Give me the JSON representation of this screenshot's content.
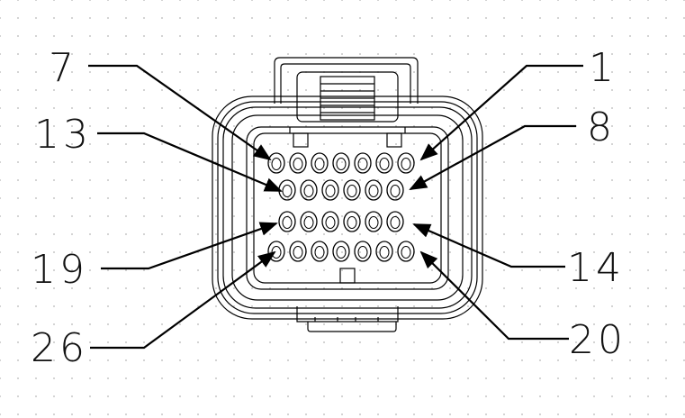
{
  "labels": {
    "pin7": "7",
    "pin13": "13",
    "pin19": "19",
    "pin26": "26",
    "pin1": "1",
    "pin8": "8",
    "pin14": "14",
    "pin20": "20"
  },
  "rows": [
    7,
    6,
    6,
    7
  ]
}
